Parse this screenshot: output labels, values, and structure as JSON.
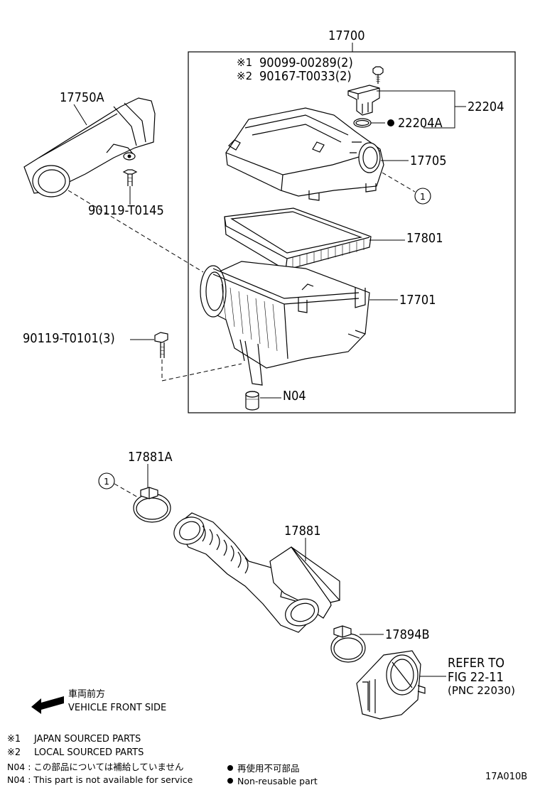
{
  "group_code": "17700",
  "parts": {
    "intake_duct": "17750A",
    "air_cleaner_cap": "17705",
    "filter_element": "17801",
    "air_cleaner_case": "17701",
    "air_flow_meter": "22204",
    "o_ring": "22204A",
    "case_bolt": "90119-T0101(3)",
    "duct_bolt": "90119-T0145",
    "grommet": "N04",
    "screw_japan": "90099-00289(2)",
    "screw_local": "90167-T0033(2)",
    "clamp_upper": "17881A",
    "intake_hose": "17881",
    "clamp_lower": "17894B"
  },
  "markers": {
    "japan": "※1",
    "local": "※2",
    "connector": "1",
    "non_reusable_dot": "●"
  },
  "refer": {
    "line1": "REFER TO",
    "line2": "FIG 22-11",
    "line3": "(PNC 22030)"
  },
  "direction": {
    "japanese": "車両前方",
    "english": "VEHICLE FRONT SIDE"
  },
  "legend": {
    "japan_sourced": "JAPAN SOURCED PARTS",
    "local_sourced": "LOCAL SOURCED PARTS",
    "n04_jp": "N04 : この部品については補給していません",
    "n04_en": "N04 : This part is not available for service",
    "non_reusable_jp": "再使用不可部品",
    "non_reusable_en": "Non-reusable part"
  },
  "figure_code": "17A010B"
}
